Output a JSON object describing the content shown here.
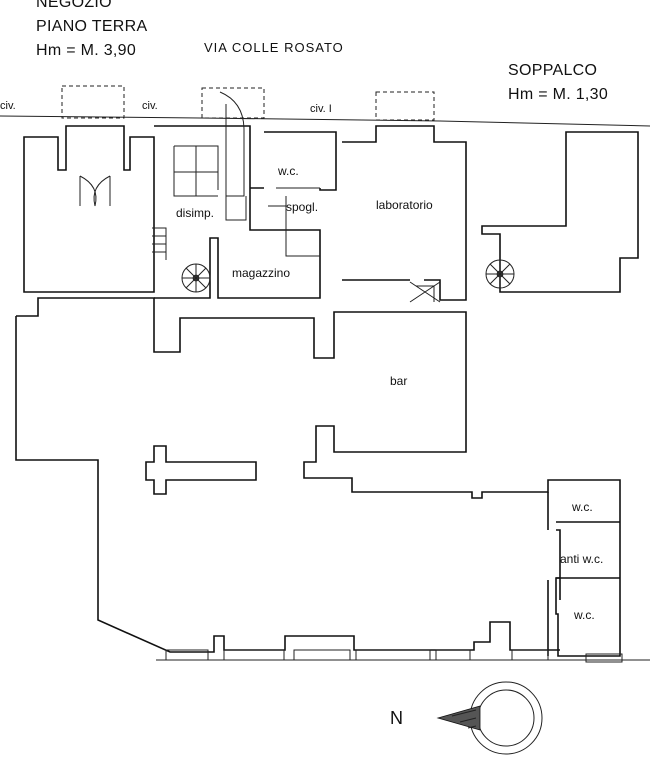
{
  "title": {
    "line1": "NEGOZIO",
    "line2": "PIANO TERRA",
    "line3": "Hm = M. 3,90"
  },
  "street": "VIA  COLLE  ROSATO",
  "mezzanine": {
    "line1": "SOPPALCO",
    "line2": "Hm = M. 1,30"
  },
  "civ_labels": [
    "civ.",
    "civ.",
    "civ. I"
  ],
  "rooms": {
    "wc_1": "w.c.",
    "disimp": "disimp.",
    "spogl": "spogl.",
    "laboratorio": "laboratorio",
    "magazzino": "magazzino",
    "bar": "bar",
    "wc_2": "w.c.",
    "anti_wc": "anti w.c.",
    "wc_3": "w.c."
  },
  "north": "N"
}
